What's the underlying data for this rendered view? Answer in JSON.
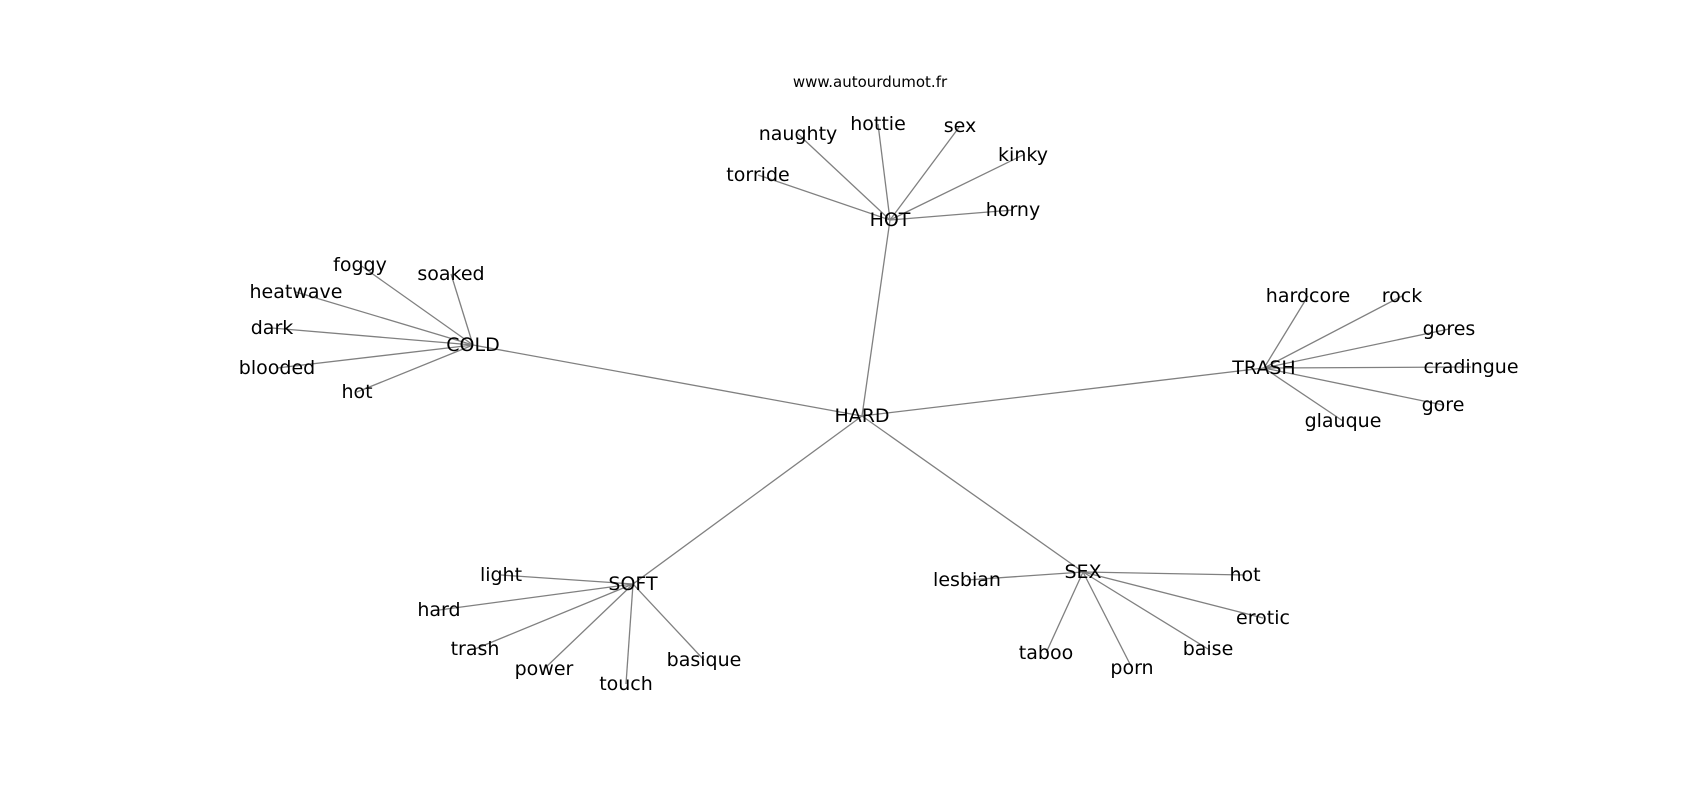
{
  "credit": "www.autourdumot.fr",
  "colors": {
    "edge": "#808080",
    "text": "#000000",
    "background": "#ffffff"
  },
  "graph": {
    "root": "HARD",
    "clusters": [
      {
        "hub": "HOT",
        "leaves": [
          "torride",
          "naughty",
          "hottie",
          "sex",
          "kinky",
          "horny"
        ]
      },
      {
        "hub": "COLD",
        "leaves": [
          "foggy",
          "soaked",
          "heatwave",
          "dark",
          "blooded",
          "hot"
        ]
      },
      {
        "hub": "TRASH",
        "leaves": [
          "hardcore",
          "rock",
          "gores",
          "cradingue",
          "gore",
          "glauque"
        ]
      },
      {
        "hub": "SOFT",
        "leaves": [
          "light",
          "hard",
          "trash",
          "power",
          "touch",
          "basique"
        ]
      },
      {
        "hub": "SEX",
        "leaves": [
          "lesbian",
          "hot",
          "erotic",
          "baise",
          "porn",
          "taboo"
        ]
      }
    ]
  }
}
